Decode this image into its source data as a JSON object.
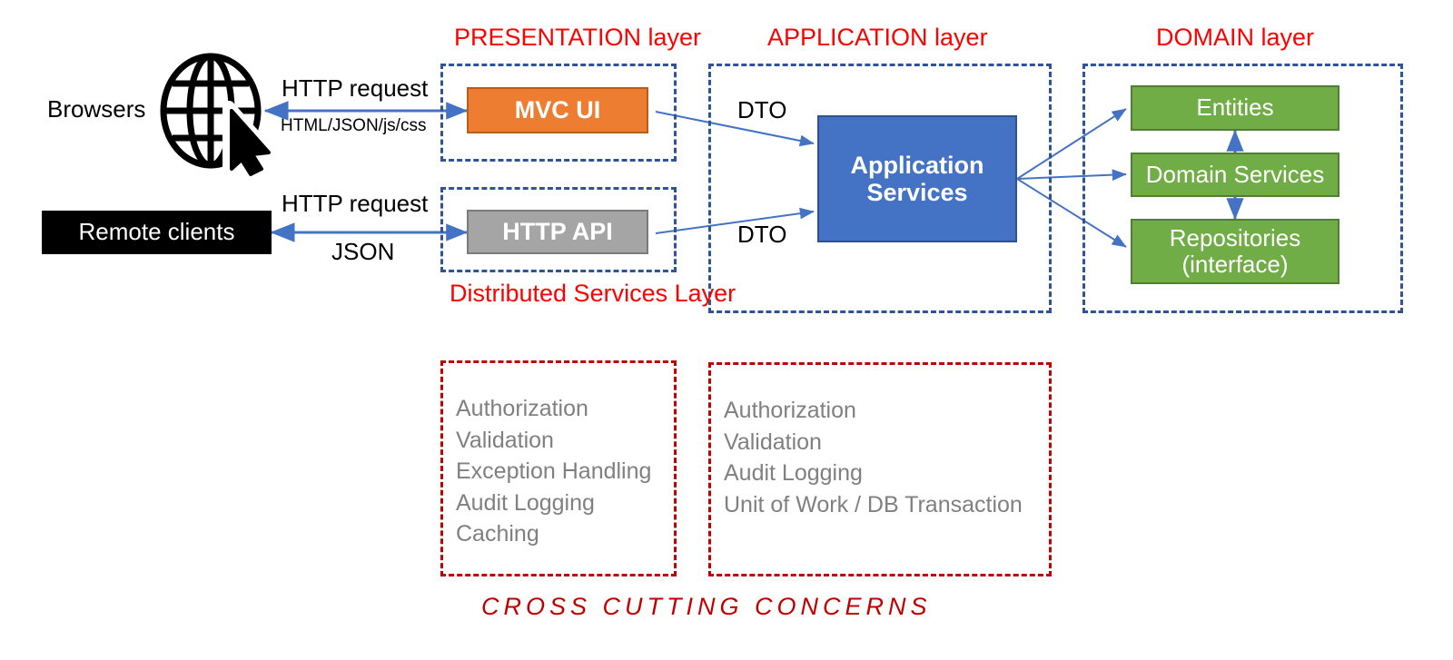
{
  "diagram": {
    "title": "Layered application architecture",
    "colors": {
      "layer_title": "#FF0000",
      "layer_border": "#2E5496",
      "crosscut_border": "#C00000",
      "crosscut_text": "#808080",
      "presentation_mvc": "#ED7D31",
      "presentation_api": "#A5A5A5",
      "application": "#4472C4",
      "domain": "#70AD47",
      "client_box": "#000000",
      "arrow": "#4472C4"
    }
  },
  "layers": [
    {
      "id": "presentation",
      "title": "PRESENTATION layer"
    },
    {
      "id": "application",
      "title": "APPLICATION layer"
    },
    {
      "id": "domain",
      "title": "DOMAIN layer"
    }
  ],
  "clients": {
    "browsers_label": "Browsers",
    "globe_icon": "globe-icon",
    "cursor_icon": "mouse-cursor-icon",
    "remote_clients_label": "Remote clients"
  },
  "connections": {
    "browser_request": "HTTP request",
    "browser_response": "HTML/JSON/js/css",
    "remote_request": "HTTP request",
    "remote_response": "JSON",
    "dto_top": "DTO",
    "dto_bottom": "DTO"
  },
  "presentation": {
    "mvc_ui": "MVC UI",
    "http_api": "HTTP API",
    "distributed_services_label": "Distributed Services Layer"
  },
  "application": {
    "application_services": "Application Services"
  },
  "domain": {
    "entities": "Entities",
    "domain_services": "Domain Services",
    "repositories": "Repositories (interface)"
  },
  "cross_cutting": {
    "footer": "CROSS  CUTTING  CONCERNS",
    "presentation_concerns": [
      "Authorization",
      "Validation",
      "Exception Handling",
      "Audit Logging",
      "Caching"
    ],
    "application_concerns": [
      "Authorization",
      "Validation",
      "Audit Logging",
      "Unit of Work / DB Transaction"
    ]
  }
}
